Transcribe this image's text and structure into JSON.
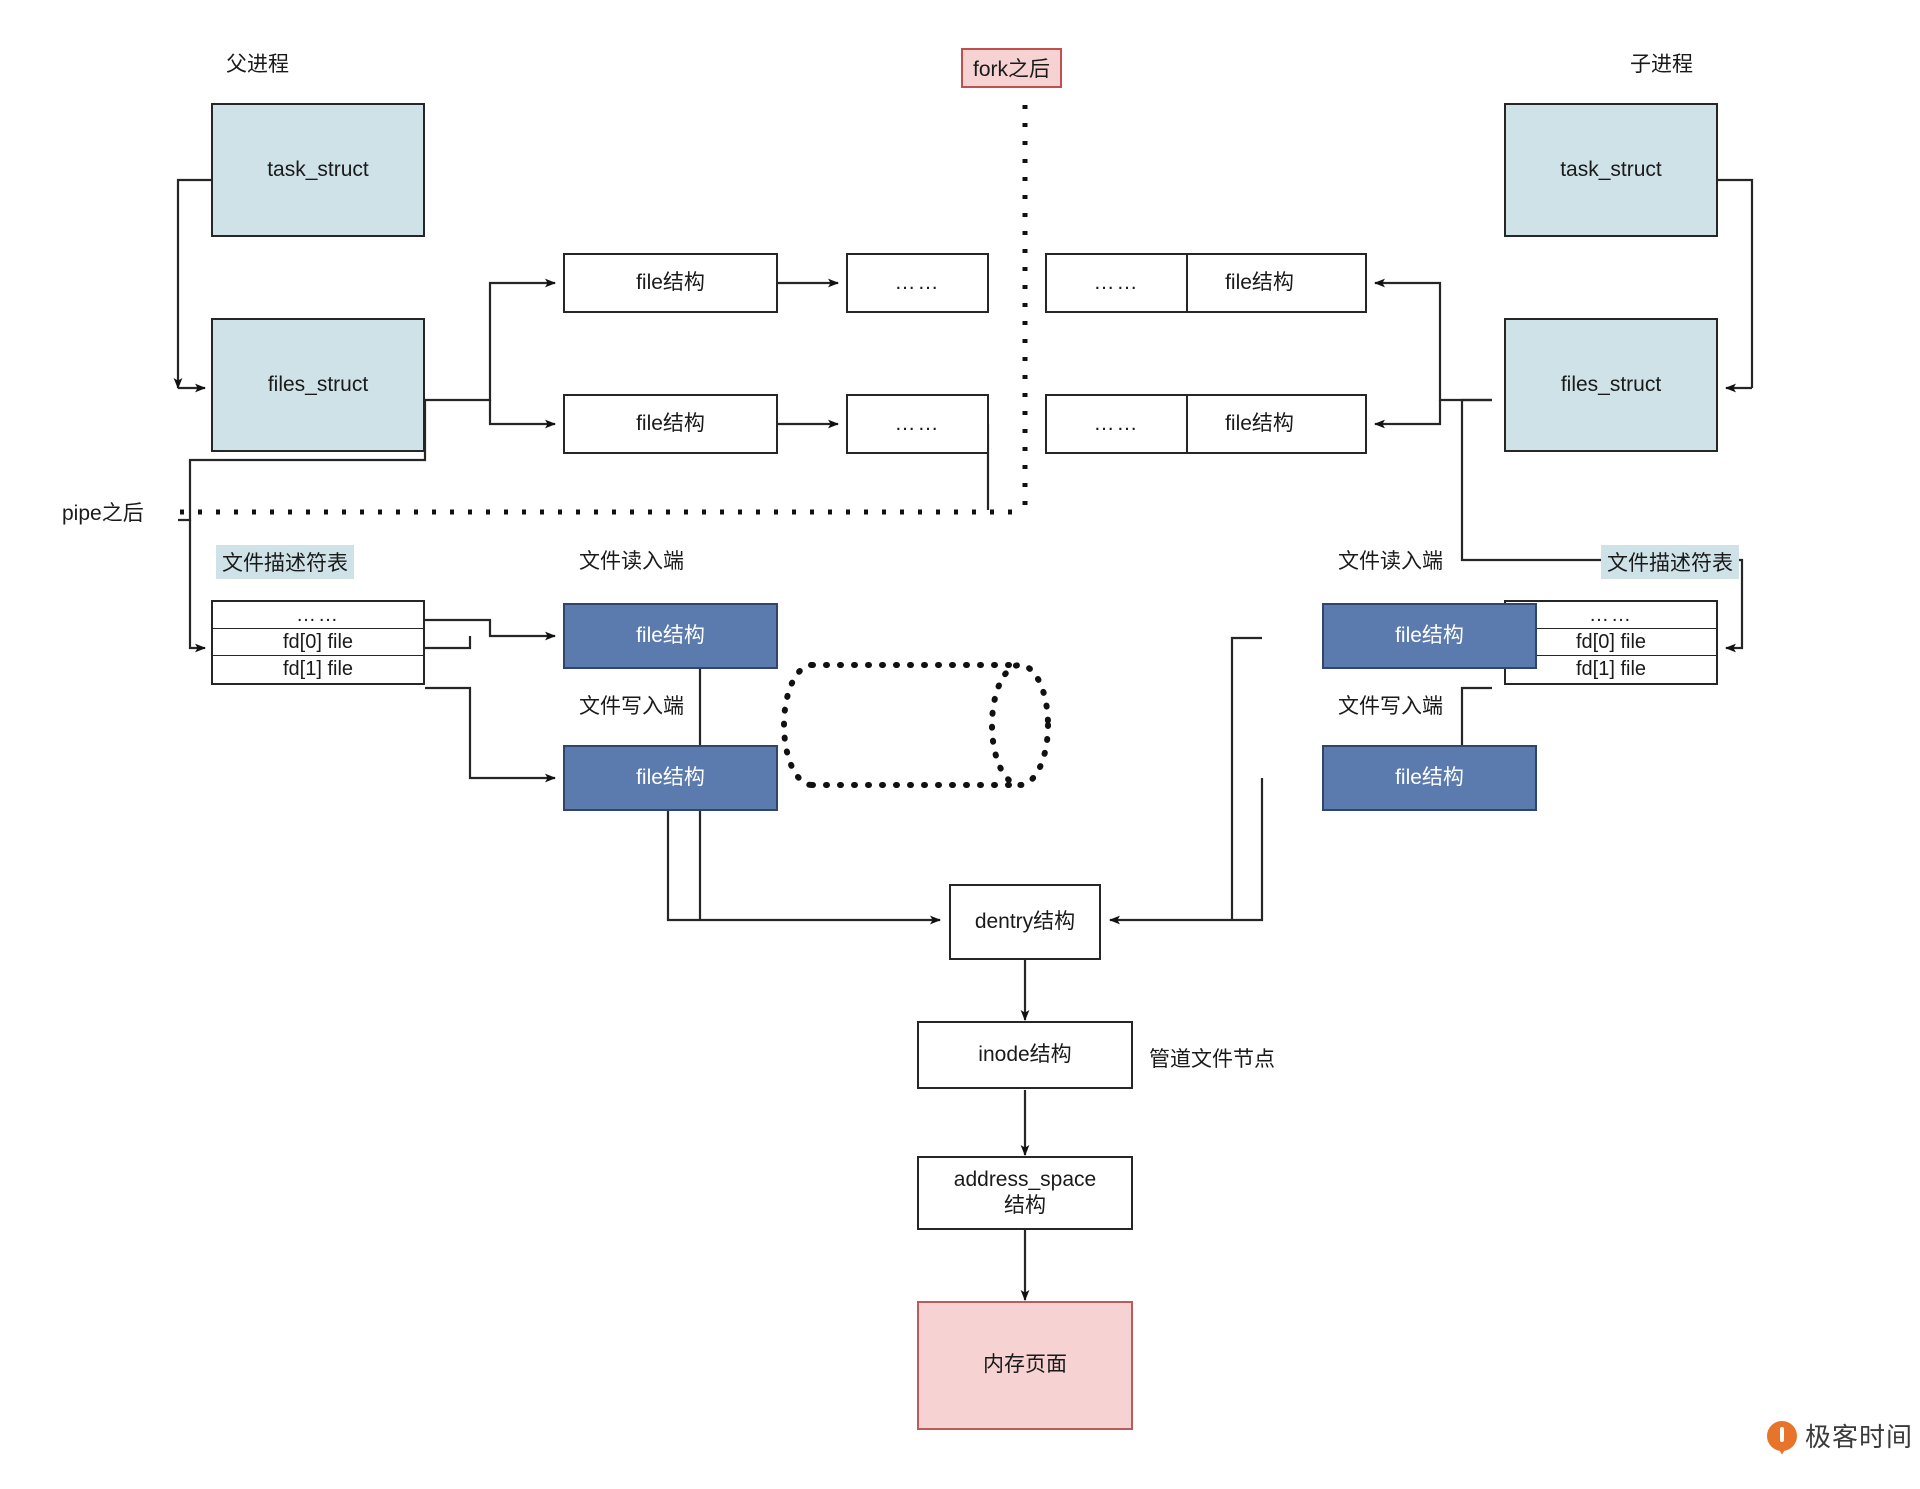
{
  "diagram": {
    "title_labels": {
      "parent_process": "父进程",
      "child_process": "子进程",
      "after_fork": "fork之后",
      "after_pipe": "pipe之后"
    },
    "parent": {
      "task_struct": "task_struct",
      "files_struct": "files_struct",
      "fd_table_caption": "文件描述符表",
      "fd_rows": [
        "……",
        "fd[0] file",
        "fd[1] file"
      ],
      "file_structs": [
        "file结构",
        "file结构"
      ],
      "ellipsis_boxes": [
        "……",
        "……"
      ],
      "read_end_caption": "文件读入端",
      "write_end_caption": "文件写入端",
      "read_end_box": "file结构",
      "write_end_box": "file结构"
    },
    "child": {
      "task_struct": "task_struct",
      "files_struct": "files_struct",
      "fd_table_caption": "文件描述符表",
      "fd_rows": [
        "……",
        "fd[0] file",
        "fd[1] file"
      ],
      "file_structs": [
        "file结构",
        "file结构"
      ],
      "ellipsis_boxes": [
        "……",
        "……"
      ],
      "read_end_caption": "文件读入端",
      "write_end_caption": "文件写入端",
      "read_end_box": "file结构",
      "write_end_box": "file结构"
    },
    "shared": {
      "pipe_cylinder": "",
      "dentry": "dentry结构",
      "inode": "inode结构",
      "inode_note": "管道文件节点",
      "address_space": "address_space\n结构",
      "memory_page": "内存页面"
    },
    "watermark": {
      "brand": "极客时间"
    },
    "colors": {
      "struct_fill": "#cfe2e8",
      "pipe_file_fill": "#5b7aad",
      "highlight_pink": "#f6d2d2",
      "pink_border": "#c0504d",
      "line": "#262626",
      "logo_orange": "#e8732b"
    }
  }
}
